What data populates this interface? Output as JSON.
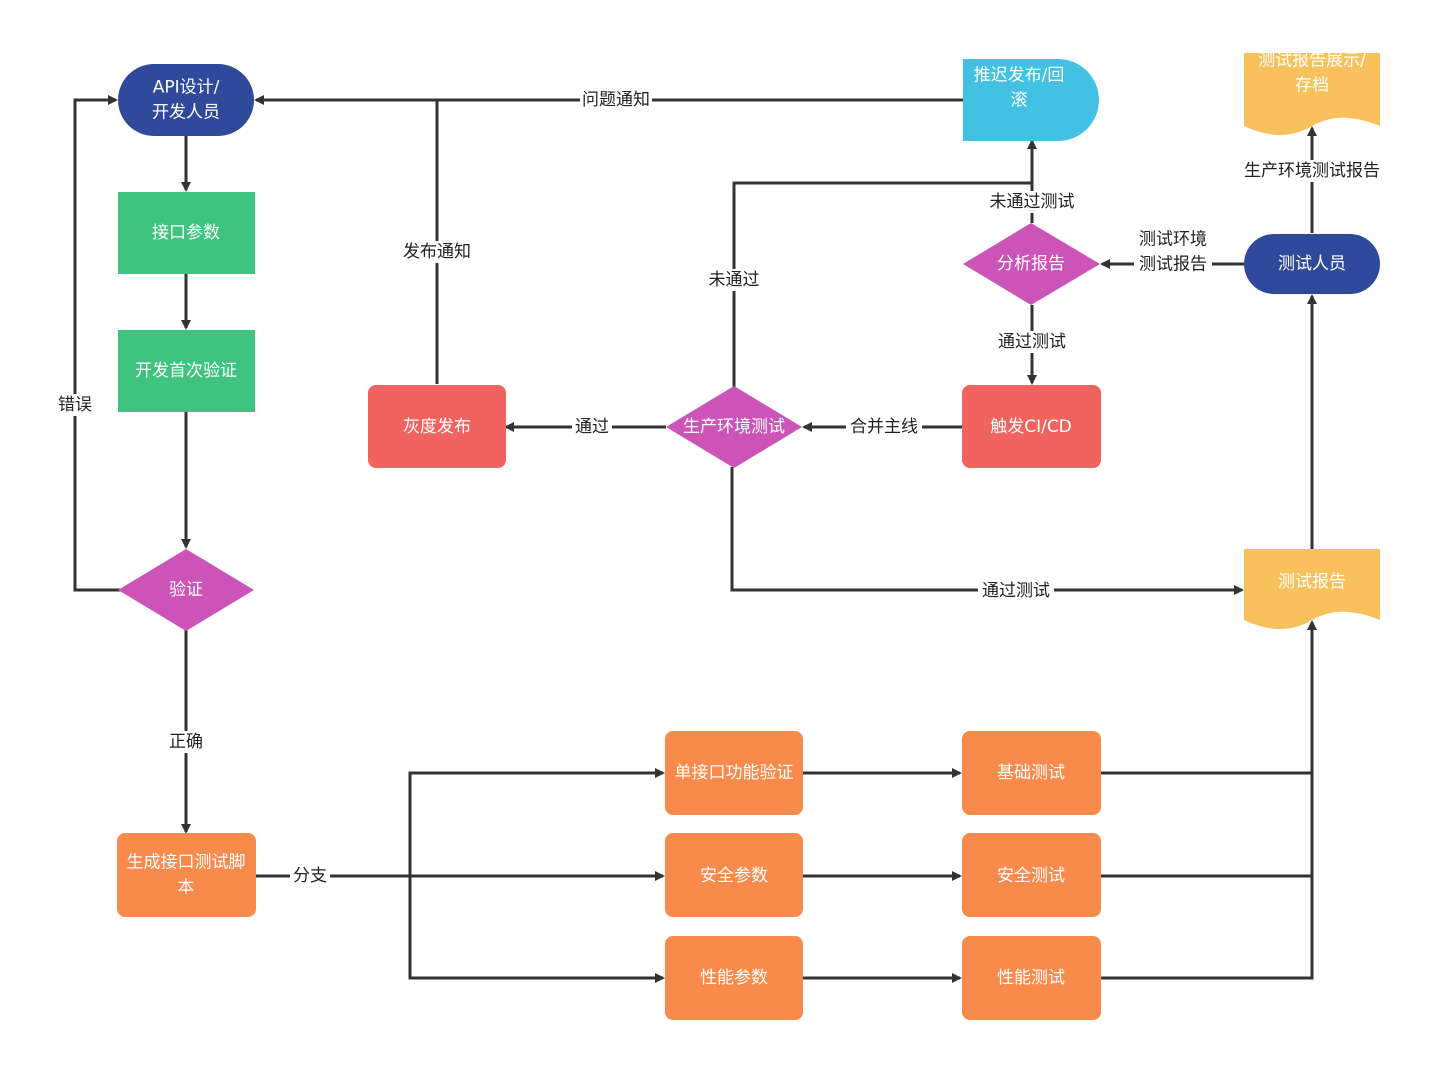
{
  "colors": {
    "terminator_blue": "#2f4a9b",
    "process_green": "#3ec47e",
    "decision_magenta": "#cc54b8",
    "process_red": "#f0635e",
    "process_orange": "#f88a4b",
    "delay_cyan": "#43c1e2",
    "document_yellow": "#f8c15c",
    "edge": "#333333"
  },
  "nodes": {
    "api_dev": "API设计/\n开发人员",
    "interface_params": "接口参数",
    "dev_first_verify": "开发首次验证",
    "verify": "验证",
    "gen_script": "生成接口测试脚\n本",
    "single_func_verify": "单接口功能验证",
    "security_params": "安全参数",
    "perf_params": "性能参数",
    "basic_test": "基础测试",
    "security_test": "安全测试",
    "perf_test": "性能测试",
    "test_report": "测试报告",
    "tester": "测试人员",
    "report_display": "测试报告展示/\n存档",
    "analyze_report": "分析报告",
    "delay_rollback": "推迟发布/回\n滚",
    "trigger_cicd": "触发CI/CD",
    "prod_env_test": "生产环境测试",
    "gray_release": "灰度发布"
  },
  "edge_labels": {
    "problem_notice": "问题通知",
    "release_notice": "发布通知",
    "error": "错误",
    "correct": "正确",
    "branch": "分支",
    "not_passed": "未通过",
    "passed": "通过",
    "merge_main": "合并主线",
    "passed_test_bottom": "通过测试",
    "not_passed_test": "未通过测试",
    "passed_test": "通过测试",
    "test_env_report": "测试环境\n测试报告",
    "prod_env_report": "生产环境测试报告"
  }
}
